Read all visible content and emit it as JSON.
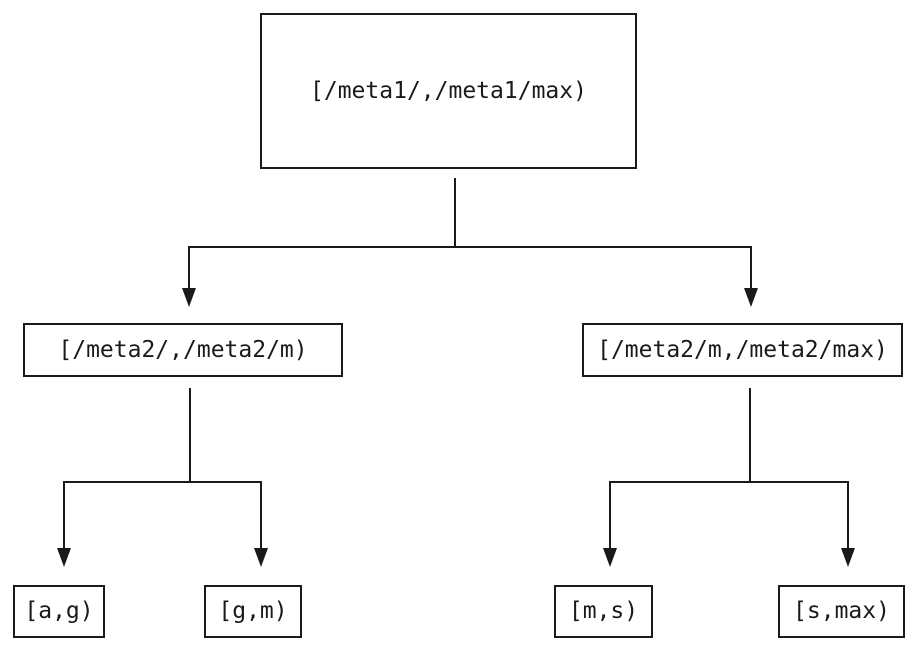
{
  "colors": {
    "line": "#1a1a1a",
    "background": "#ffffff",
    "text": "#1a1a1a"
  },
  "diagram": {
    "type": "tree",
    "nodes": {
      "root": {
        "label": "[/meta1/,/meta1/max)"
      },
      "meta2_lower": {
        "label": "[/meta2/,/meta2/m)"
      },
      "meta2_upper": {
        "label": "[/meta2/m,/meta2/max)"
      },
      "leaf_a_g": {
        "label": "[a,g)"
      },
      "leaf_g_m": {
        "label": "[g,m)"
      },
      "leaf_m_s": {
        "label": "[m,s)"
      },
      "leaf_s_max": {
        "label": "[s,max)"
      }
    },
    "edges": [
      {
        "from": "root",
        "to": "meta2_lower"
      },
      {
        "from": "root",
        "to": "meta2_upper"
      },
      {
        "from": "meta2_lower",
        "to": "leaf_a_g"
      },
      {
        "from": "meta2_lower",
        "to": "leaf_g_m"
      },
      {
        "from": "meta2_upper",
        "to": "leaf_m_s"
      },
      {
        "from": "meta2_upper",
        "to": "leaf_s_max"
      }
    ]
  }
}
